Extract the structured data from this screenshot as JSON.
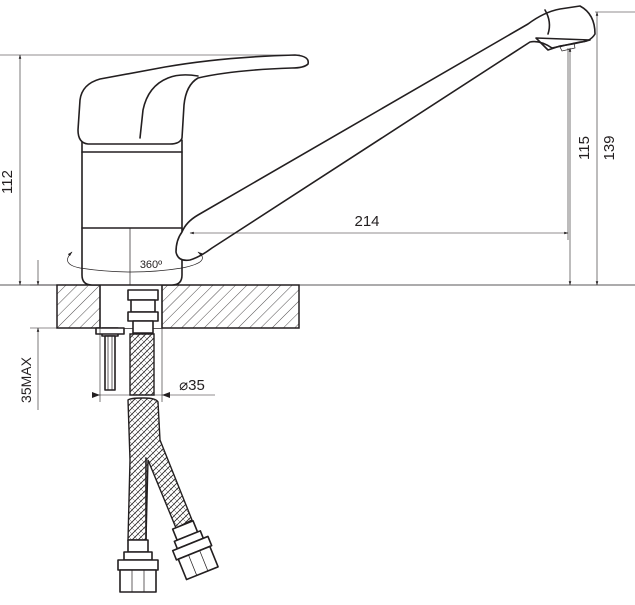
{
  "diagram": {
    "dimensions": {
      "height_total": "112",
      "spout_height": "115",
      "overall_height": "139",
      "spout_reach": "214",
      "swivel": "360º",
      "mount_max": "35MAX",
      "hole_diameter": "⌀35"
    },
    "colors": {
      "line": "#231f20",
      "background": "#ffffff"
    }
  }
}
